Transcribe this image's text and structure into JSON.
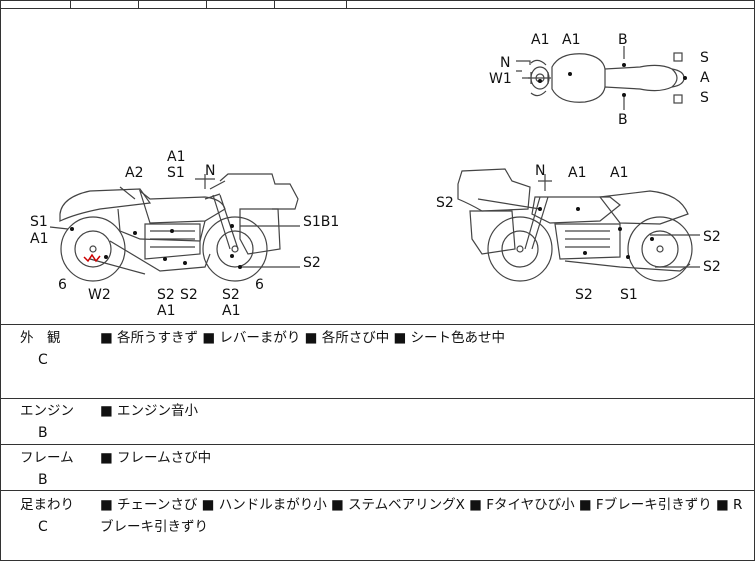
{
  "diagram": {
    "labels": {
      "top_a1_left": "A1",
      "top_a1_right": "A1",
      "top_b_top": "B",
      "top_n": "N",
      "top_w1": "W1",
      "top_s_upper": "S",
      "top_a": "A",
      "top_s_lower": "S",
      "top_b_bottom": "B",
      "left_a1_top": "A1",
      "left_s1_top": "S1",
      "left_n": "N",
      "left_a2": "A2",
      "left_s1_side": "S1",
      "left_a1_side": "A1",
      "left_s1b1": "S1B1",
      "left_s2_right": "S2",
      "left_6_left": "6",
      "left_w2": "W2",
      "left_s2_a": "S2",
      "left_s2_b": "S2",
      "left_s2_c": "S2",
      "left_6_right": "6",
      "left_a1_bottom_a": "A1",
      "left_a1_bottom_b": "A1",
      "right_n": "N",
      "right_a1_a": "A1",
      "right_a1_b": "A1",
      "right_s2_left": "S2",
      "right_s2_upper": "S2",
      "right_s2_lower": "S2",
      "right_s2_bottom": "S2",
      "right_s1_bottom": "S1"
    }
  },
  "sections": [
    {
      "category": "外　観",
      "grade": "C",
      "notes": "■ 各所うすきず ■ レバーまがり ■ 各所さび中 ■ シート色あせ中"
    },
    {
      "category": "エンジン",
      "grade": "B",
      "notes": "■ エンジン音小"
    },
    {
      "category": "フレーム",
      "grade": "B",
      "notes": "■ フレームさび中"
    },
    {
      "category": "足まわり",
      "grade": "C",
      "notes": "■ チェーンさび ■ ハンドルまがり小 ■ ステムベアリングX ■ Fタイヤひび小 ■ Fブレーキ引きずり ■ Rブレーキ引きずり"
    }
  ]
}
